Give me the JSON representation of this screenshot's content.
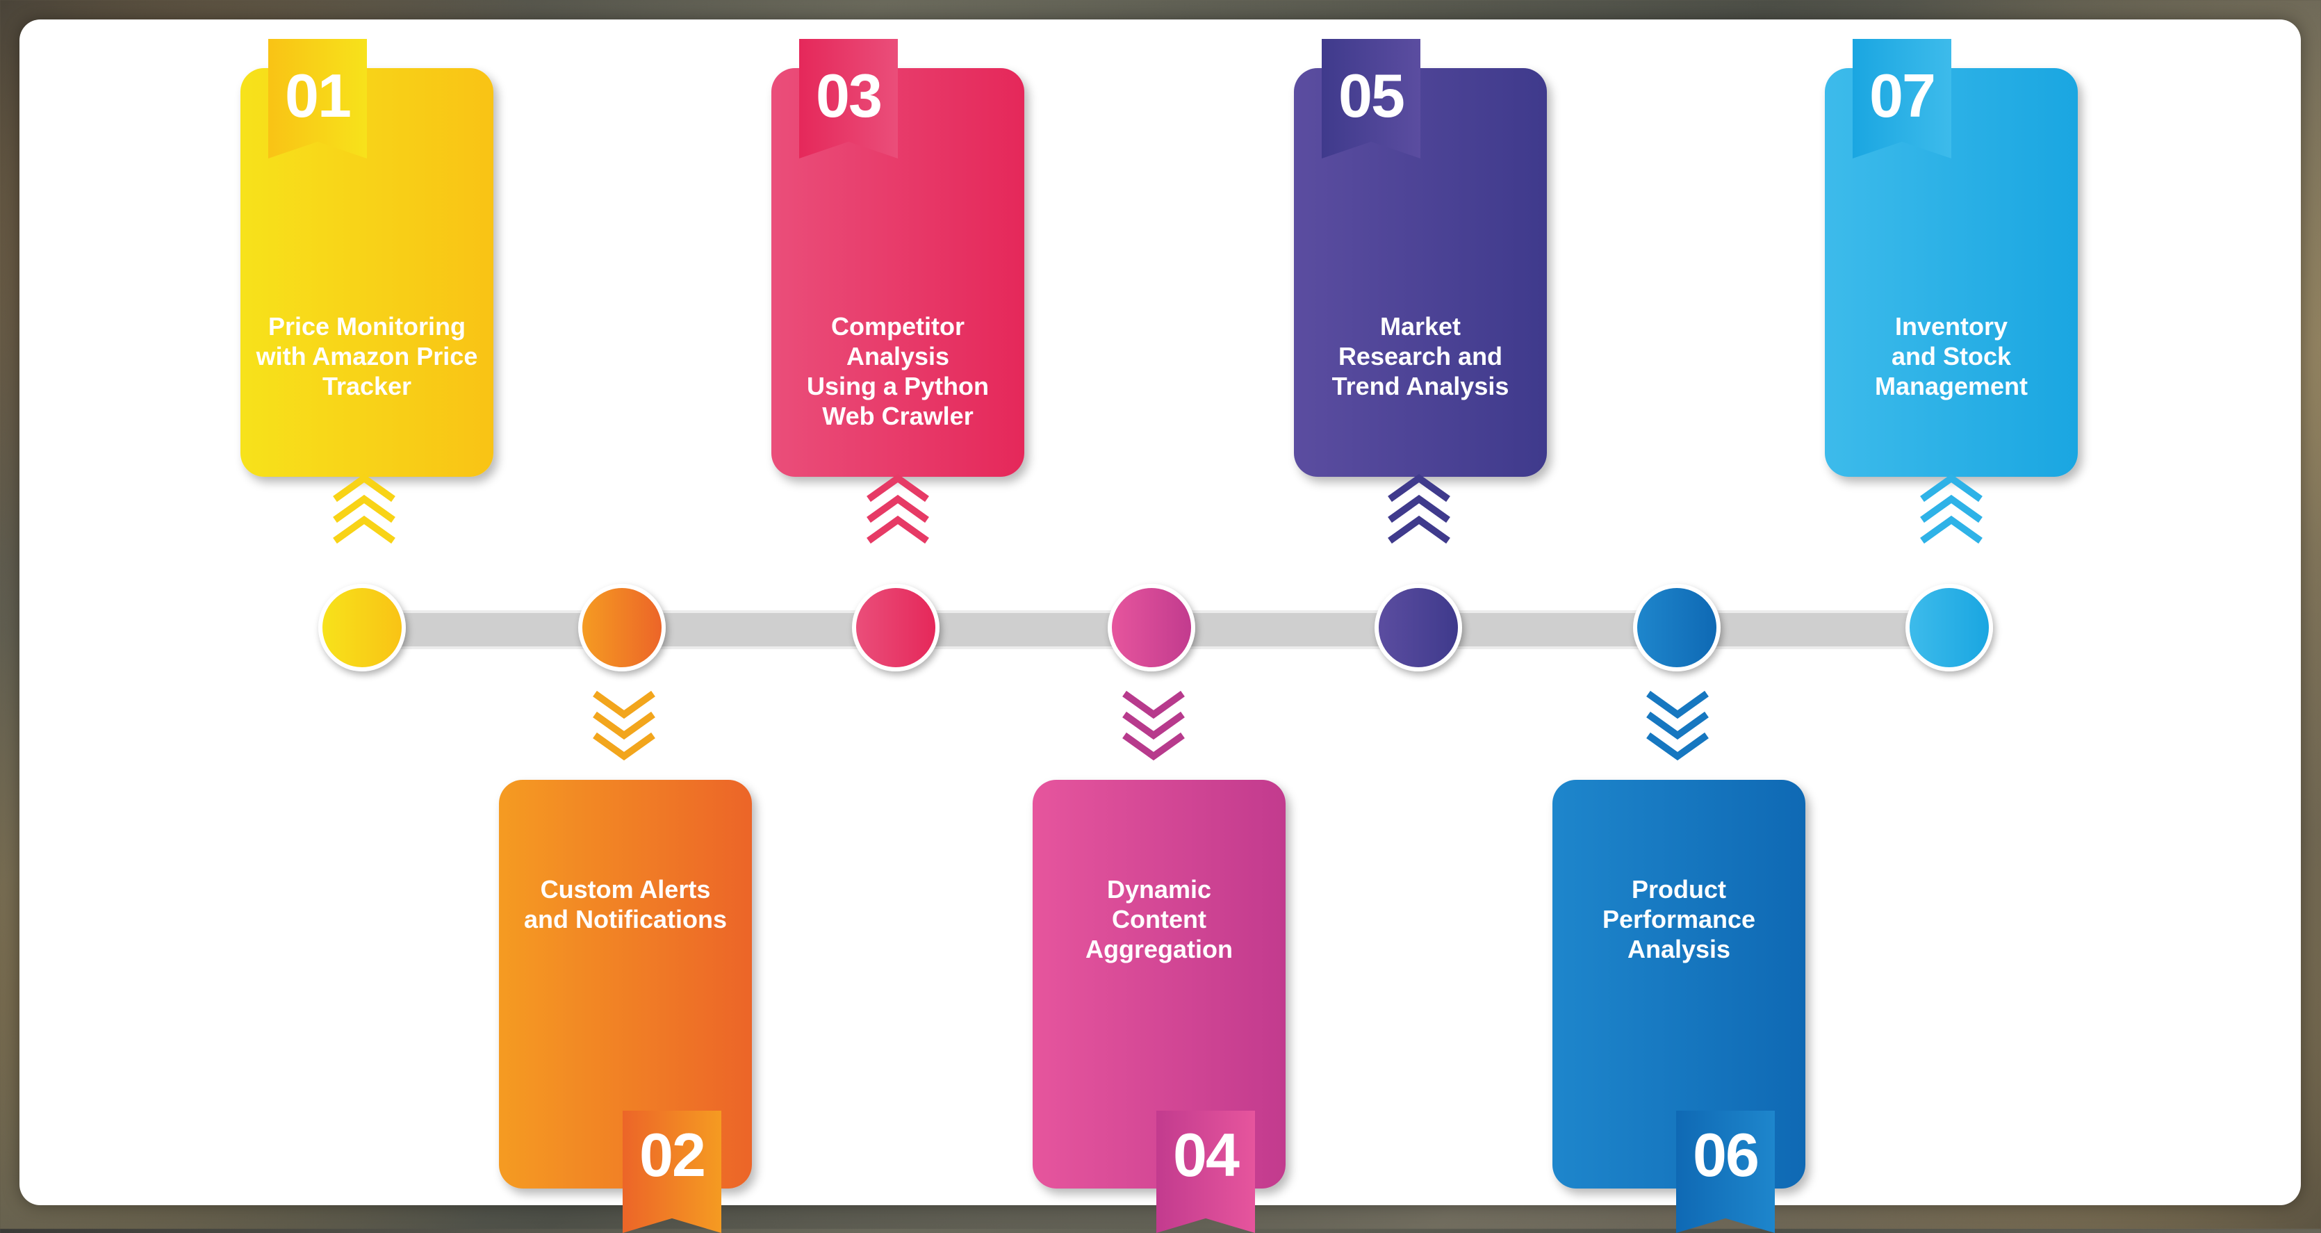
{
  "steps": [
    {
      "number": "01",
      "label": "Price Monitoring\nwith Amazon Price\nTracker",
      "position": "top",
      "color_from": "#f7e21b",
      "color_to": "#f9c315",
      "node_color": "#f8d316"
    },
    {
      "number": "02",
      "label": "Custom Alerts\nand Notifications",
      "position": "bottom",
      "color_from": "#f59b22",
      "color_to": "#ec6528",
      "node_color": "#f07f24"
    },
    {
      "number": "03",
      "label": "Competitor\nAnalysis\nUsing a Python\nWeb Crawler",
      "position": "top",
      "color_from": "#ea4e7a",
      "color_to": "#e5285a",
      "node_color": "#e63a65"
    },
    {
      "number": "04",
      "label": "Dynamic\nContent\nAggregation",
      "position": "bottom",
      "color_from": "#e6559d",
      "color_to": "#c23b8e",
      "node_color": "#d44a97"
    },
    {
      "number": "05",
      "label": "Market\nResearch and\nTrend Analysis",
      "position": "top",
      "color_from": "#5b4da0",
      "color_to": "#3f3a8c",
      "node_color": "#4a4193"
    },
    {
      "number": "06",
      "label": "Product\nPerformance\nAnalysis",
      "position": "bottom",
      "color_from": "#1e86cc",
      "color_to": "#0f69b4",
      "node_color": "#1677c0"
    },
    {
      "number": "07",
      "label": "Inventory\nand Stock\nManagement",
      "position": "top",
      "color_from": "#3dbbeb",
      "color_to": "#1aa6e1",
      "node_color": "#2eb2e7"
    }
  ]
}
